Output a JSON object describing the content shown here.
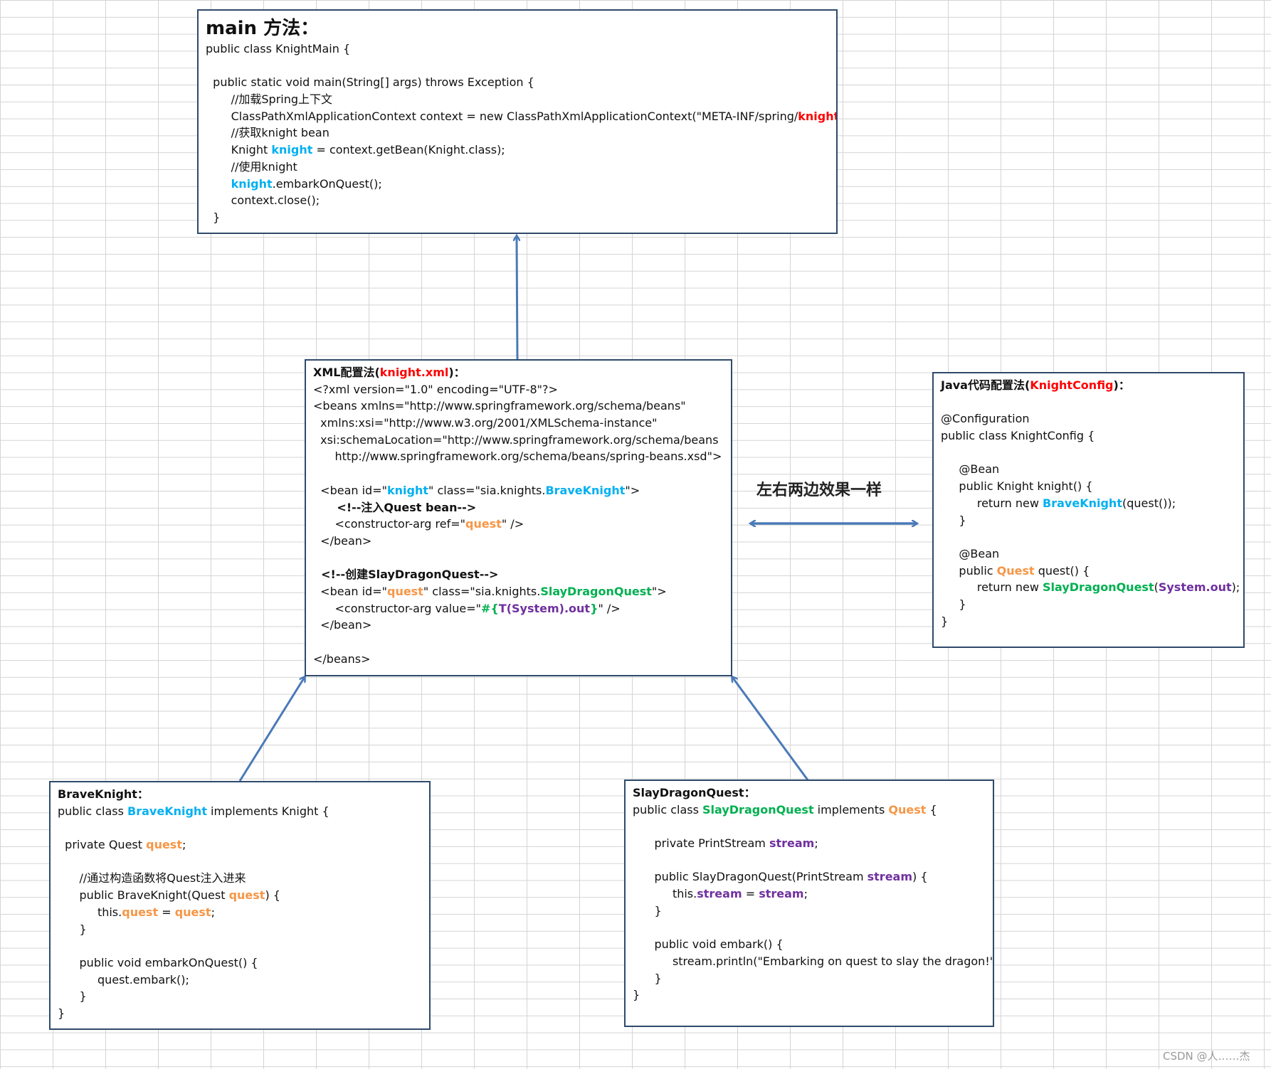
{
  "main_box": {
    "heading": "main 方法：",
    "lines": [
      "public class KnightMain {",
      "",
      "  public static void main(String[] args) throws Exception {",
      "       //加载Spring上下文",
      "       ClassPathXmlApplicationContext context = new ClassPathXmlApplicationContext(\"META-INF/spring/",
      "knight.xml",
      "\");",
      "       //获取knight bean",
      "       Knight ",
      "knight",
      " = context.getBean(Knight.class);",
      "       //使用knight",
      "       ",
      ".embarkOnQuest();",
      "       context.close();",
      "  }"
    ]
  },
  "xml_box": {
    "heading_prefix": "XML配置法(",
    "heading_file": "knight.xml",
    "heading_suffix": ")：",
    "l1": "<?xml version=\"1.0\" encoding=\"UTF-8\"?>",
    "l2": "<beans xmlns=\"http://www.springframework.org/schema/beans\"",
    "l3": "  xmlns:xsi=\"http://www.w3.org/2001/XMLSchema-instance\"",
    "l4": "  xsi:schemaLocation=\"http://www.springframework.org/schema/beans",
    "l5": "      http://www.springframework.org/schema/beans/spring-beans.xsd\">",
    "b1_a": "  <bean id=\"",
    "b1_id": "knight",
    "b1_b": "\" class=\"sia.knights.",
    "b1_cls": "BraveKnight",
    "b1_c": "\">",
    "c1": "      <!--注入Quest bean-->",
    "ca_a": "      <constructor-arg ref=\"",
    "ca_ref": "quest",
    "ca_b": "\" />",
    "end_bean": "  </bean>",
    "c2": "  <!--创建SlayDragonQuest-->",
    "b2_a": "  <bean id=\"",
    "b2_id": "quest",
    "b2_b": "\" class=\"sia.knights.",
    "b2_cls": "SlayDragonQuest",
    "b2_c": "\">",
    "cv_a": "      <constructor-arg value=\"",
    "cv_expr_a": "#{",
    "cv_expr_b": "T(System).out",
    "cv_expr_c": "}",
    "cv_b": "\" />",
    "end_beans": "</beans>"
  },
  "java_box": {
    "heading_prefix": "Java代码配置法(",
    "heading_cls": "KnightConfig",
    "heading_suffix": ")：",
    "annot": "@Configuration",
    "decl": "public class KnightConfig {",
    "bean_annot": "     @Bean",
    "m1": "     public Knight knight() {",
    "r1_a": "          return new ",
    "r1_cls": "BraveKnight",
    "r1_b": "(quest());",
    "close_m": "     }",
    "m2_a": "     public ",
    "m2_type": "Quest",
    "m2_b": " quest() {",
    "r2_a": "          return new ",
    "r2_cls": "SlayDragonQuest",
    "r2_b": "(",
    "r2_arg": "System.out",
    "r2_c": ");",
    "close": "}"
  },
  "brave_box": {
    "heading": "BraveKnight：",
    "decl_a": "public class ",
    "decl_cls": "BraveKnight",
    "decl_b": " implements Knight {",
    "f_a": "  private Quest ",
    "f_name": "quest",
    "f_b": ";",
    "comment": "      //通过构造函数将Quest注入进来",
    "ctor_a": "      public BraveKnight(Quest ",
    "ctor_p": "quest",
    "ctor_b": ") {",
    "as_a": "           this.",
    "as_f": "quest",
    "as_b": " = ",
    "as_v": "quest",
    "as_c": ";",
    "close_m": "      }",
    "m": "      public void embarkOnQuest() {",
    "call": "           quest.embark();",
    "close": "}"
  },
  "slay_box": {
    "heading": "SlayDragonQuest：",
    "decl_a": "public class ",
    "decl_cls": "SlayDragonQuest",
    "decl_b": " implements ",
    "decl_if": "Quest",
    "decl_c": " {",
    "f_a": "      private PrintStream ",
    "f_name": "stream",
    "f_b": ";",
    "ctor_a": "      public SlayDragonQuest(PrintStream ",
    "ctor_p": "stream",
    "ctor_b": ") {",
    "as_a": "           this.",
    "as_f": "stream",
    "as_b": " = ",
    "as_v": "stream",
    "as_c": ";",
    "close_m": "      }",
    "m": "      public void embark() {",
    "call": "           stream.println(\"Embarking on quest to slay the dragon!\");",
    "close": "}"
  },
  "center_label": "左右两边效果一样",
  "watermark": "CSDN @人……杰",
  "colors": {
    "border": "#2f4a6b",
    "arrow": "#4a7ab8",
    "red": "#ff0000",
    "cyan": "#00b0f0",
    "orange": "#f79646",
    "green": "#00b050",
    "purple": "#7030a0"
  }
}
